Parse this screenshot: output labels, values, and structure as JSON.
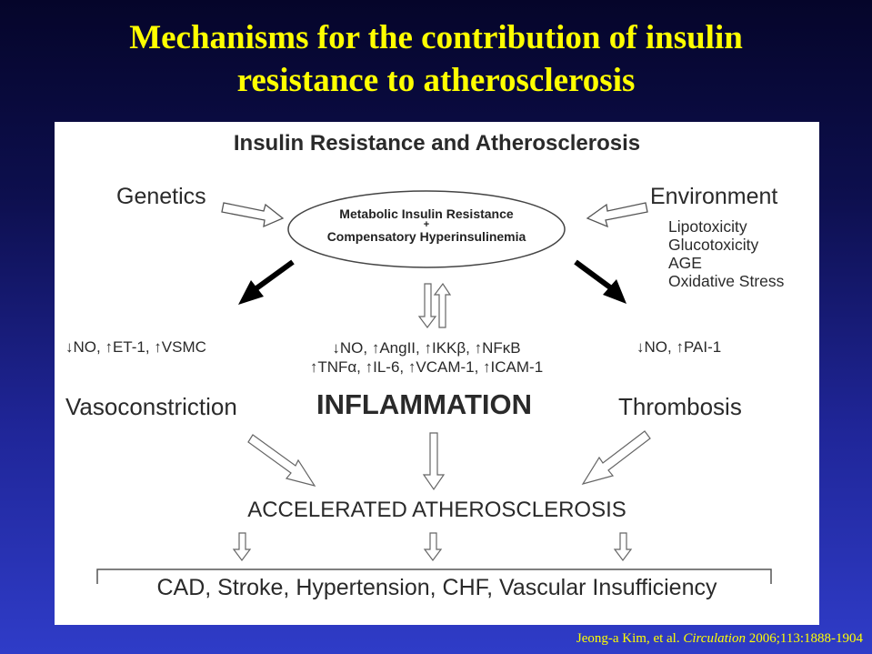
{
  "slide": {
    "title_line1": "Mechanisms for the contribution of insulin",
    "title_line2": "resistance to atherosclerosis"
  },
  "diagram": {
    "title": "Insulin Resistance and Atherosclerosis",
    "genetics": "Genetics",
    "environment": "Environment",
    "environment_factors": [
      "Lipotoxicity",
      "Glucotoxicity",
      "AGE",
      "Oxidative Stress"
    ],
    "center_line1": "Metabolic Insulin Resistance",
    "center_plus": "+",
    "center_line2": "Compensatory Hyperinsulinemia",
    "left_mediators": "↓NO, ↑ET-1, ↑VSMC",
    "center_mediators_line1": "↓NO, ↑AngII, ↑IKKβ, ↑NFκB",
    "center_mediators_line2": "↑TNFα, ↑IL-6, ↑VCAM-1, ↑ICAM-1",
    "right_mediators": "↓NO, ↑PAI-1",
    "left_outcome": "Vasoconstriction",
    "center_outcome": "INFLAMMATION",
    "right_outcome": "Thrombosis",
    "accelerated": "ACCELERATED ATHEROSCLEROSIS",
    "final_outcomes": "CAD, Stroke, Hypertension, CHF, Vascular Insufficiency"
  },
  "citation": {
    "authors": "Jeong-a Kim, et al.",
    "journal": "Circulation",
    "ref": "2006;113:1888-1904"
  }
}
